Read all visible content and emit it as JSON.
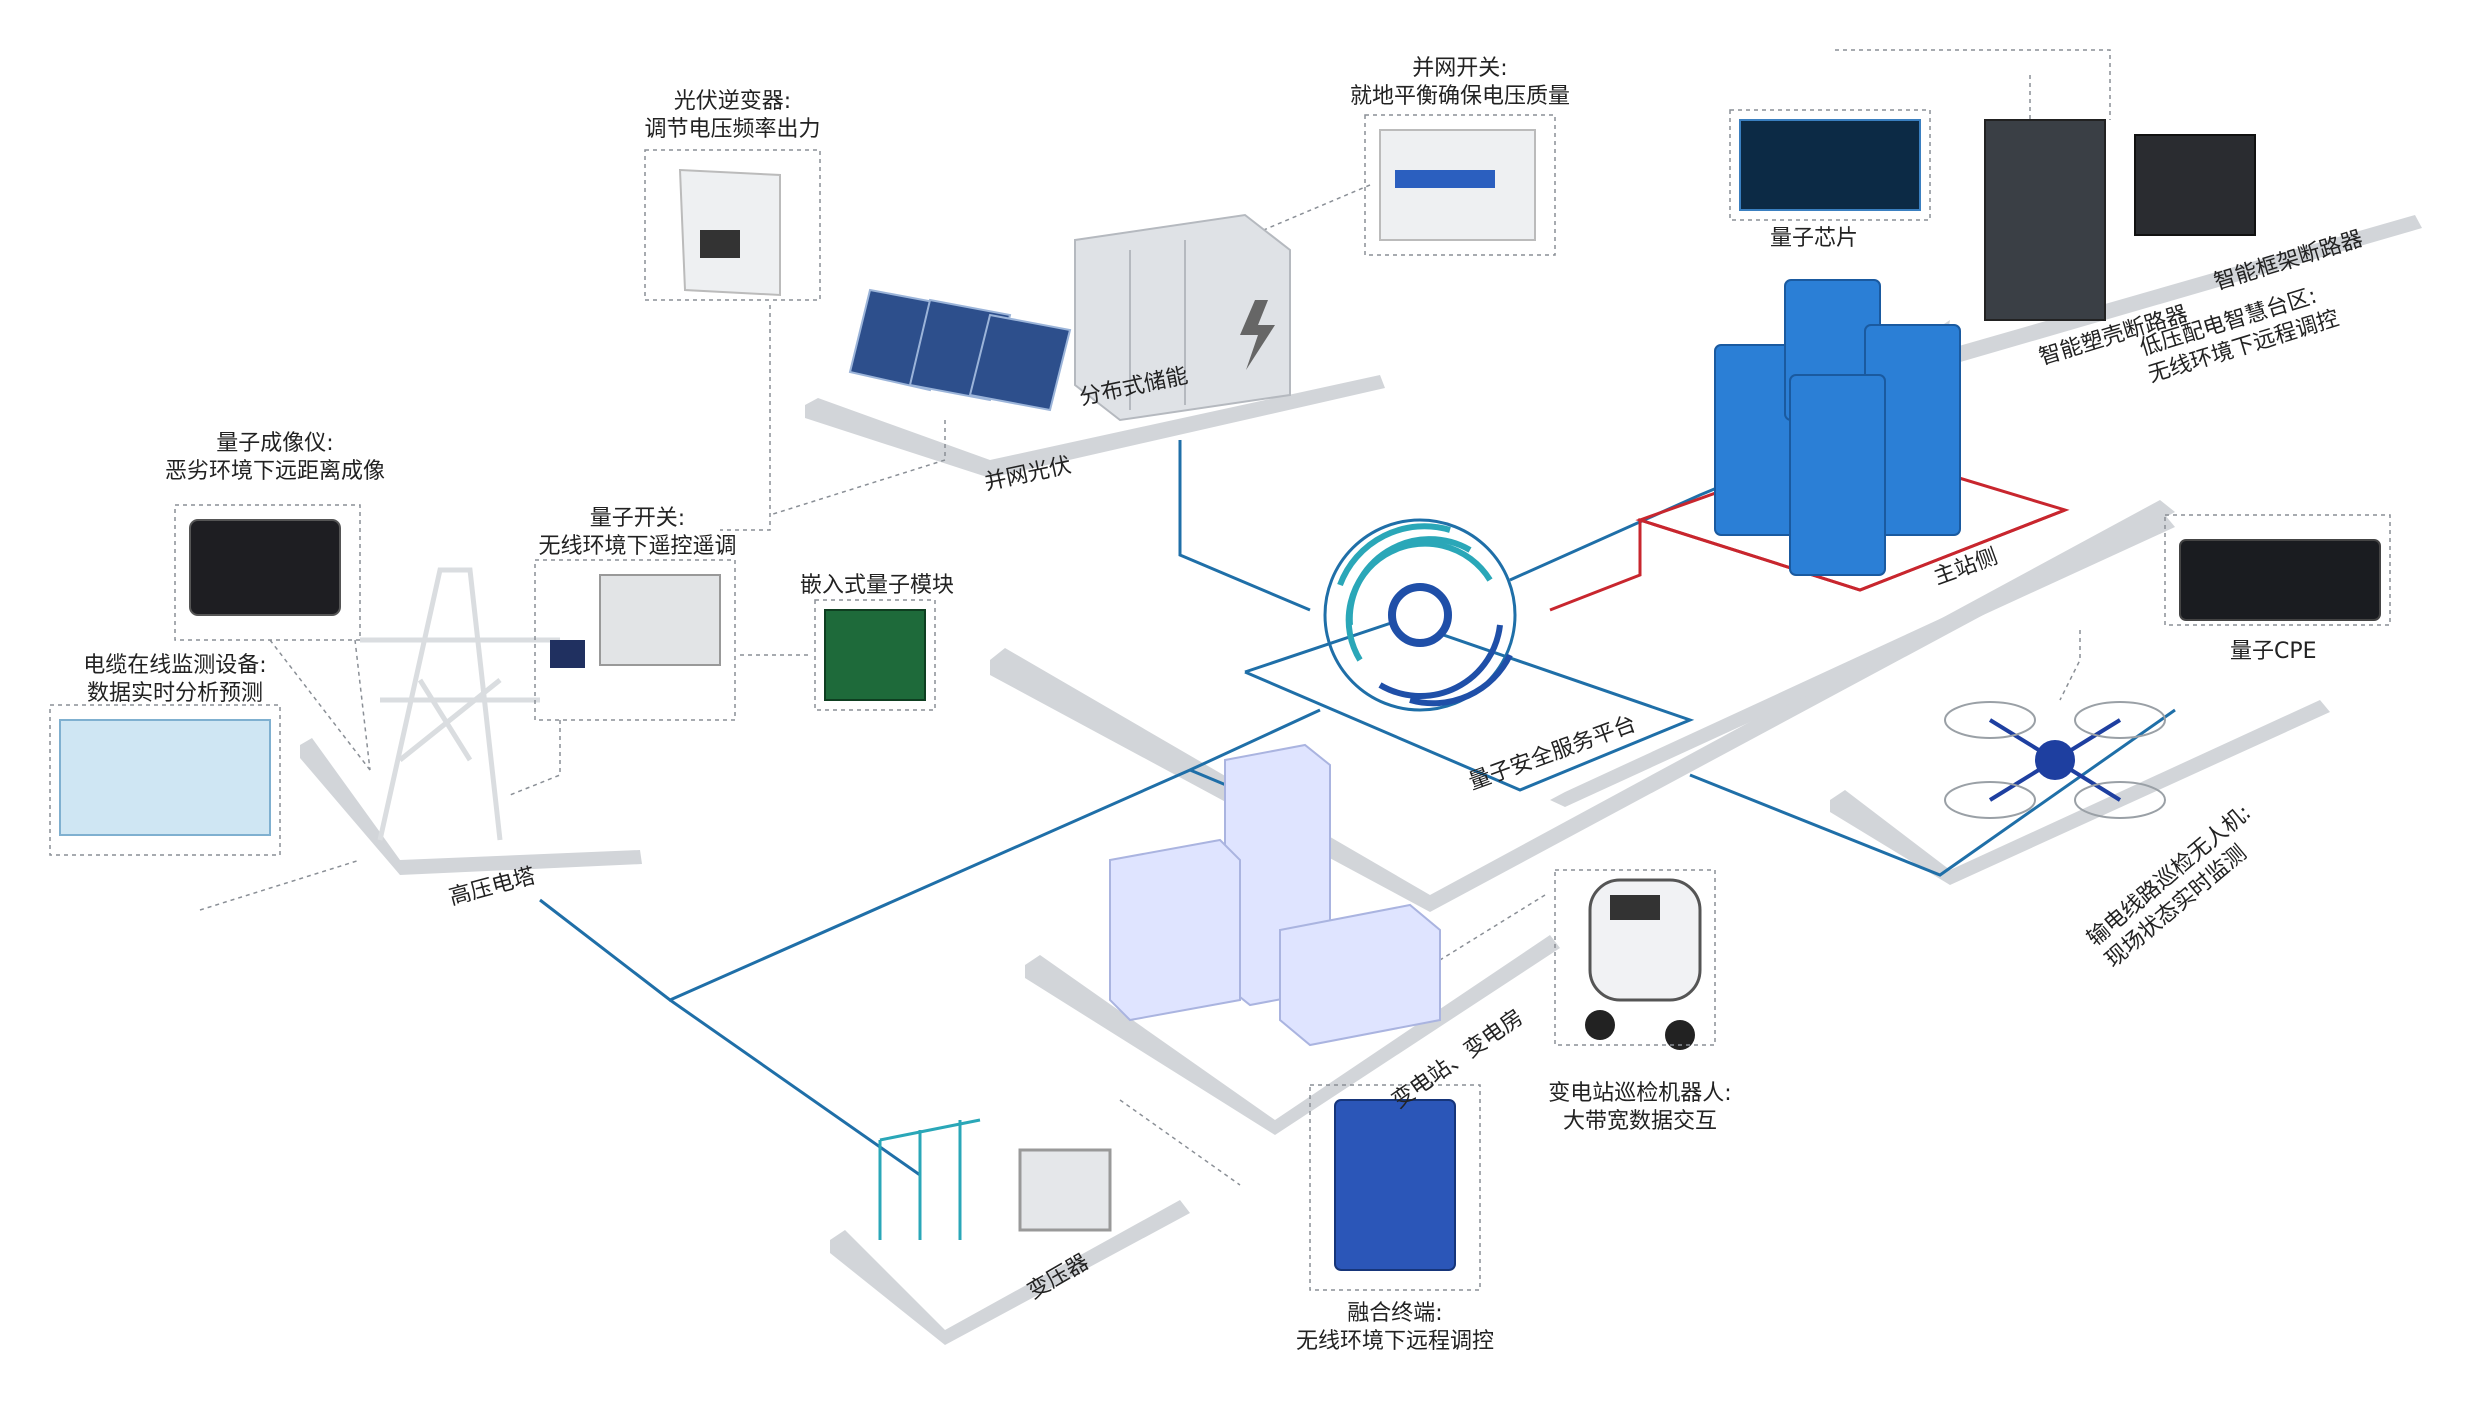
{
  "labels": {
    "inverter_line1": "光伏逆变器:",
    "inverter_line2": "调节电压频率出力",
    "grid_switch_line1": "并网开关:",
    "grid_switch_line2": "就地平衡确保电压质量",
    "quantum_chip": "量子芯片",
    "molded_breaker": "智能塑壳断路器",
    "frame_breaker": "智能框架断路器",
    "lv_zone_line1": "低压配电智慧台区:",
    "lv_zone_line2": "无线环境下远程调控",
    "distributed_storage": "分布式储能",
    "grid_pv": "并网光伏",
    "imager_line1": "量子成像仪:",
    "imager_line2": "恶劣环境下远距离成像",
    "qswitch_line1": "量子开关:",
    "qswitch_line2": "无线环境下遥控遥调",
    "embedded_module": "嵌入式量子模块",
    "cable_monitor_line1": "电缆在线监测设备:",
    "cable_monitor_line2": "数据实时分析预测",
    "main_station": "主站侧",
    "quantum_cpe": "量子CPE",
    "platform": "量子安全服务平台",
    "hv_tower": "高压电塔",
    "uav_line1": "输电线路巡检无人机:",
    "uav_line2": "现场状态实时监测",
    "substation": "变电站、变电房",
    "robot_line1": "变电站巡检机器人:",
    "robot_line2": "大带宽数据交互",
    "transformer": "变压器",
    "terminal_line1": "融合终端:",
    "terminal_line2": "无线环境下远程调控"
  },
  "colors": {
    "link_blue": "#1f6fa8",
    "link_red": "#c8262e",
    "platform_gray": "#cfd2d6",
    "server_blue": "#2b7fd6",
    "dash_gray": "#8a8f96"
  }
}
